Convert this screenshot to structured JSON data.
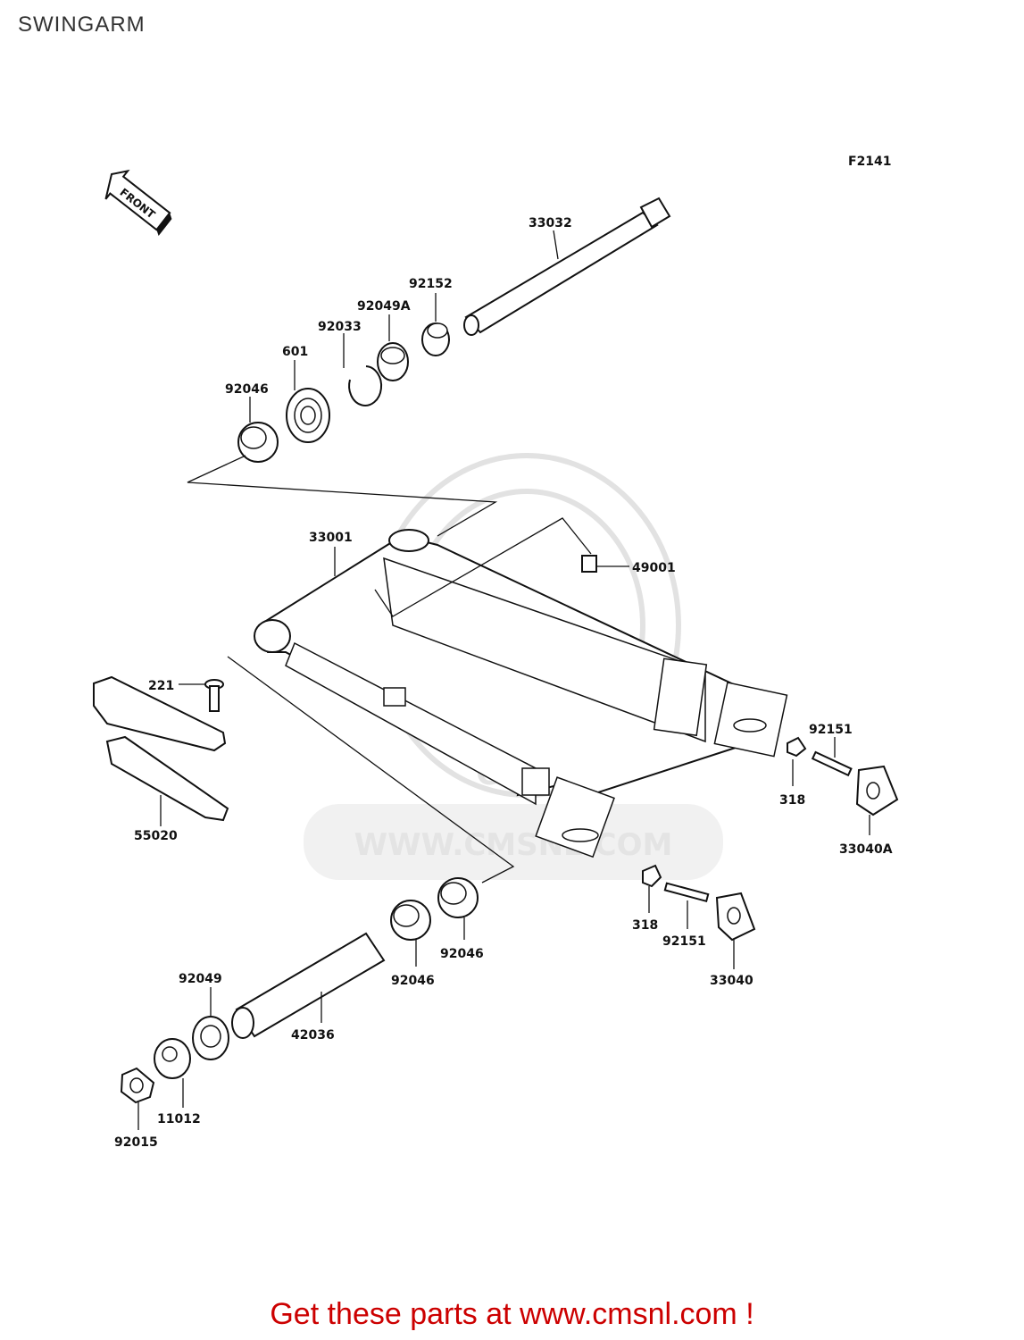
{
  "page": {
    "title": "SWINGARM",
    "figure_code": "F2141",
    "front_marker": "FRONT",
    "watermark_text": "WWW.CMSNL.COM",
    "watermark_logo": "CMS",
    "promo_text": "Get these parts at www.cmsnl.com !",
    "promo_color": "#cc0000"
  },
  "parts": [
    {
      "id": "33032",
      "label": "33032"
    },
    {
      "id": "92152",
      "label": "92152"
    },
    {
      "id": "92049A",
      "label": "92049A"
    },
    {
      "id": "92033",
      "label": "92033"
    },
    {
      "id": "601",
      "label": "601"
    },
    {
      "id": "92046-top",
      "label": "92046"
    },
    {
      "id": "33001",
      "label": "33001"
    },
    {
      "id": "49001",
      "label": "49001"
    },
    {
      "id": "221",
      "label": "221"
    },
    {
      "id": "55020",
      "label": "55020"
    },
    {
      "id": "92151-right",
      "label": "92151"
    },
    {
      "id": "318-right",
      "label": "318"
    },
    {
      "id": "33040A",
      "label": "33040A"
    },
    {
      "id": "318-lower",
      "label": "318"
    },
    {
      "id": "92151-lower",
      "label": "92151"
    },
    {
      "id": "33040",
      "label": "33040"
    },
    {
      "id": "92046-lower-right",
      "label": "92046"
    },
    {
      "id": "92046-lower-left",
      "label": "92046"
    },
    {
      "id": "92049",
      "label": "92049"
    },
    {
      "id": "42036",
      "label": "42036"
    },
    {
      "id": "11012",
      "label": "11012"
    },
    {
      "id": "92015",
      "label": "92015"
    }
  ]
}
